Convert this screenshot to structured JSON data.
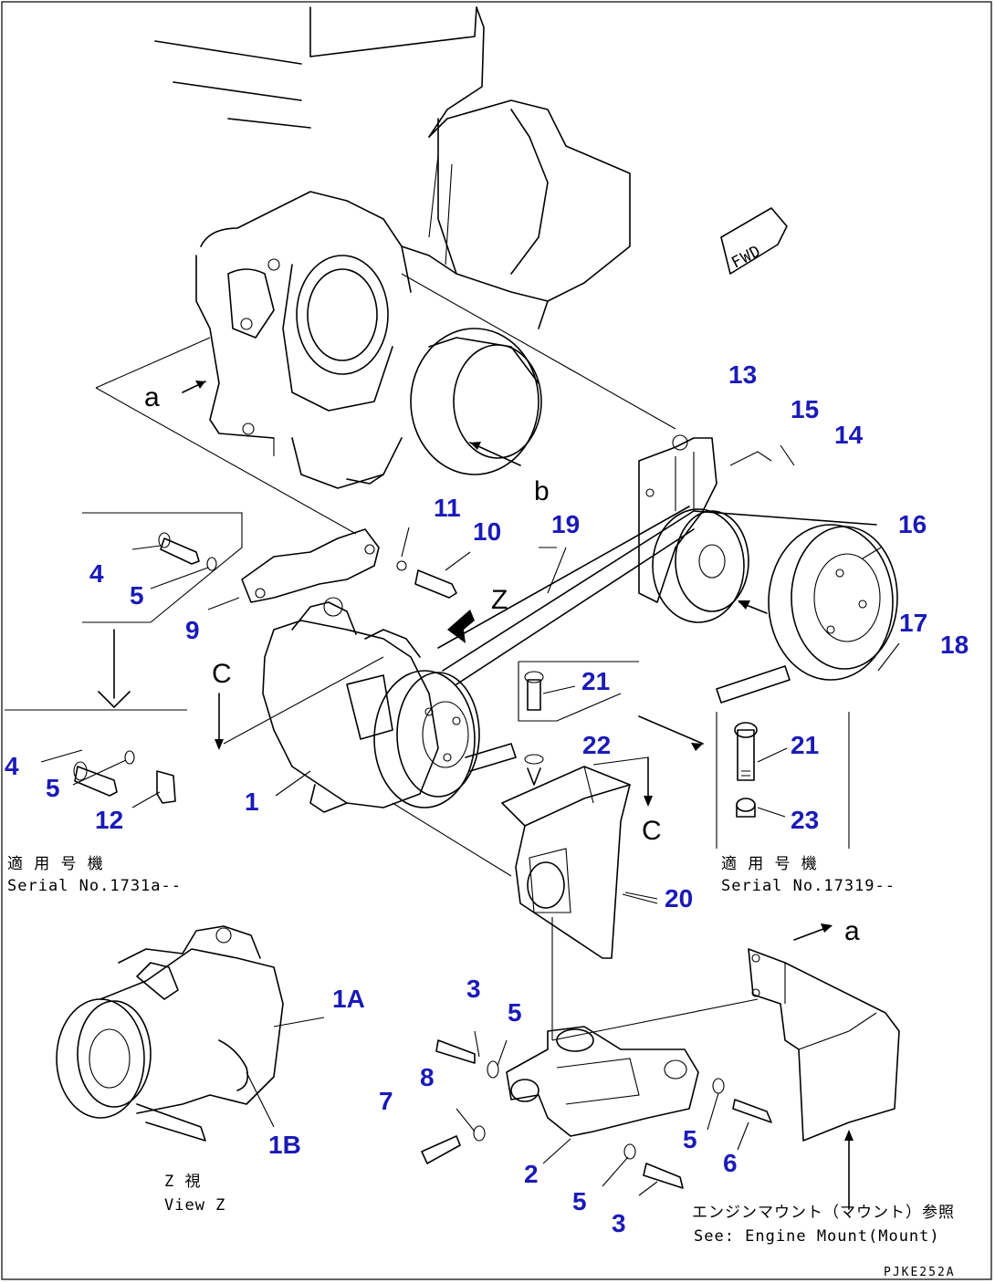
{
  "callouts": {
    "c1": "1",
    "c1A": "1A",
    "c1B": "1B",
    "c2": "2",
    "c3a": "3",
    "c3b": "3",
    "c4a": "4",
    "c4b": "4",
    "c5a": "5",
    "c5b": "5",
    "c5c": "5",
    "c5d": "5",
    "c5e": "5",
    "c6": "6",
    "c7": "7",
    "c8": "8",
    "c9": "9",
    "c10": "10",
    "c11": "11",
    "c12": "12",
    "c13": "13",
    "c14": "14",
    "c15": "15",
    "c16": "16",
    "c17": "17",
    "c18": "18",
    "c19": "19",
    "c20": "20",
    "c21a": "21",
    "c21b": "21",
    "c22": "22",
    "c23": "23"
  },
  "letters": {
    "a_top": "a",
    "a_right": "a",
    "b": "b",
    "c_left": "C",
    "c_right": "C",
    "z": "Z",
    "fwd": "FWD"
  },
  "notes": {
    "serial_left_jp": "適 用 号 機",
    "serial_left_en": "Serial No.1731a--",
    "serial_right_jp": "適 用 号 機",
    "serial_right_en": "Serial No.17319--",
    "view_z_jp": "Z  視",
    "view_z_en": "View Z",
    "engine_mount_jp": "エンジンマウント（マウント）参照",
    "engine_mount_en": "See: Engine Mount(Mount)",
    "figure_code": "PJKE252A"
  }
}
